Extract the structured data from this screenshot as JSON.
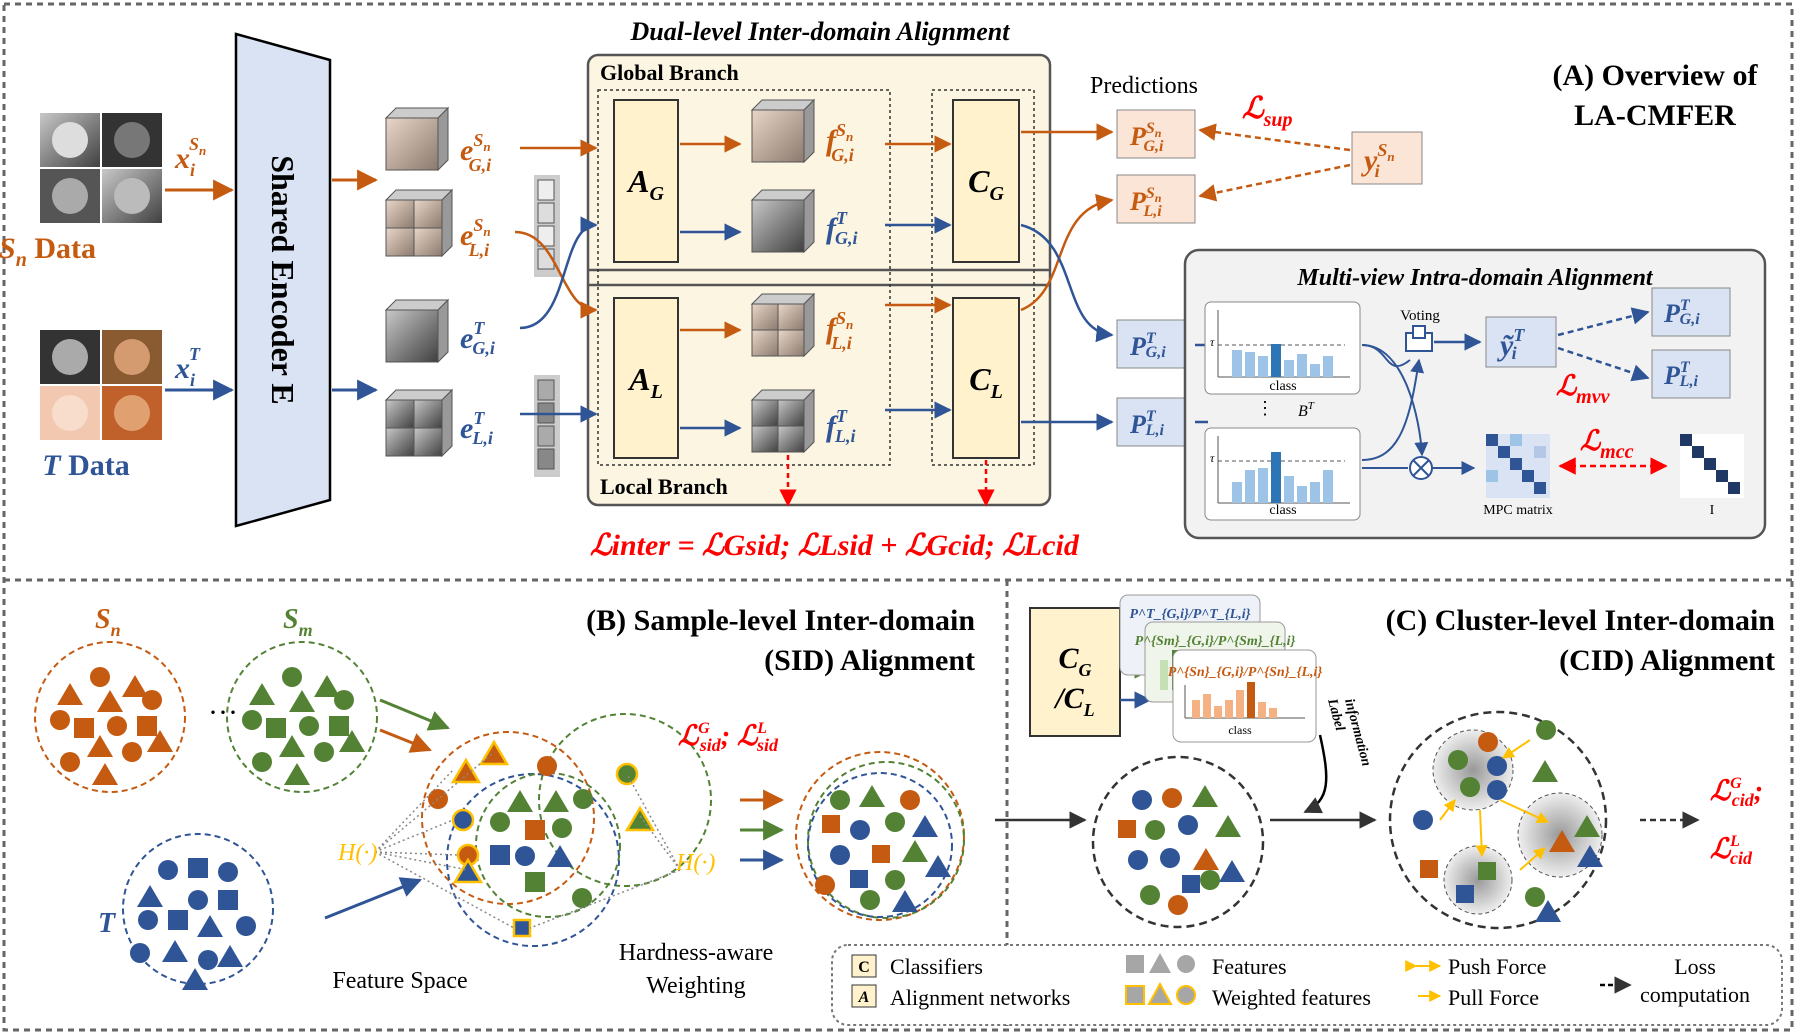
{
  "panel_a": {
    "title_line1": "(A) Overview of",
    "title_line2": "LA-CMFER",
    "dual_title": "Dual-level  Inter-domain Alignment",
    "global_branch": "Global Branch",
    "local_branch": "Local Branch",
    "encoder": "Shared Encoder E",
    "predictions": "Predictions",
    "sn_data": "S",
    "sn_sub": "n",
    "sn_word": " Data",
    "t_data": "T",
    "t_word": " Data",
    "x_base": "x",
    "x_sub": "i",
    "x_sup_s": "S",
    "x_sup_s_sub": "n",
    "x_sup_t": "T",
    "e_base": "e",
    "f_base": "f",
    "p_base": "P",
    "gi": "G,i",
    "li": "L,i",
    "ag": "A",
    "ag_sub": "G",
    "al": "A",
    "al_sub": "L",
    "cg": "C",
    "cg_sub": "G",
    "cl": "C",
    "cl_sub": "L",
    "y_base": "y",
    "loss_sup": "sup",
    "loss_inter": "ℒinter = ℒGsid; ℒLsid  + ℒGcid; ℒLcid",
    "multi_view_title": "Multi-view Intra-domain Alignment",
    "voting": "Voting",
    "class_label": "class",
    "tau": "τ",
    "bt": "B",
    "bt_sup": "T",
    "loss_mvv": "mvv",
    "loss_mcc": "mcc",
    "mpc_matrix": "MPC matrix",
    "identity": "I",
    "script_L": "ℒ",
    "ytilde": "ỹ"
  },
  "panel_b": {
    "title_line1": "(B) Sample-level Inter-domain",
    "title_line2": "(SID) Alignment",
    "s_n": "S",
    "s_n_sub": "n",
    "s_m": "S",
    "s_m_sub": "m",
    "t": "T",
    "ellipsis": "···",
    "h_fn": "H(·)",
    "feature_space": "Feature Space",
    "hardness_line1": "Hardness-aware",
    "hardness_line2": "Weighting",
    "loss_sid": "sid"
  },
  "panel_c": {
    "title_line1": "(C) Cluster-level Inter-domain",
    "title_line2": "(CID) Alignment",
    "classifier_line1": "C",
    "classifier_line2": "/C",
    "label_information_1": "Label",
    "label_information_2": "information",
    "loss_cid": "cid",
    "card_texts": [
      "P^T_{G,i}/P^T_{L,i}",
      "P^{Sm}_{G,i}/P^{Sm}_{L,i}",
      "P^{Sn}_{G,i}/P^{Sn}_{L,i}"
    ]
  },
  "legend": {
    "c_key": "C",
    "a_key": "A",
    "classifiers": "Classifiers",
    "alignment_networks": "Alignment networks",
    "features": "Features",
    "weighted_features": "Weighted features",
    "push_force": "Push Force",
    "pull_force": "Pull Force",
    "loss_line1": "Loss",
    "loss_line2": "computation"
  },
  "colors": {
    "orange": "#c55a11",
    "blue": "#2f5597",
    "green": "#548235",
    "red": "#ff0000",
    "yellow_fill": "#fff2cc",
    "box_fill": "#fbf5e2",
    "peach": "#fbe5d6",
    "lightblue": "#dae3f3",
    "gold": "#ffc000"
  }
}
